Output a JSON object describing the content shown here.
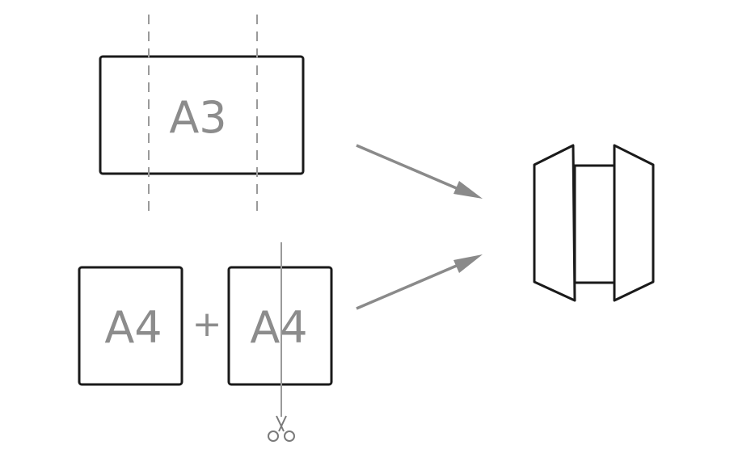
{
  "sheets": {
    "a3_label": "A3",
    "a4_left_label": "A4",
    "plus_symbol": "+",
    "a4_right_label": "A4"
  },
  "icons": {
    "cut_tool": "scissors-icon",
    "result": "open-booklet-icon"
  },
  "colors": {
    "outline": "#1a1a1a",
    "label": "#8c8c8c",
    "arrow": "#8a8a8a",
    "guide_line": "#9a9a9a"
  }
}
